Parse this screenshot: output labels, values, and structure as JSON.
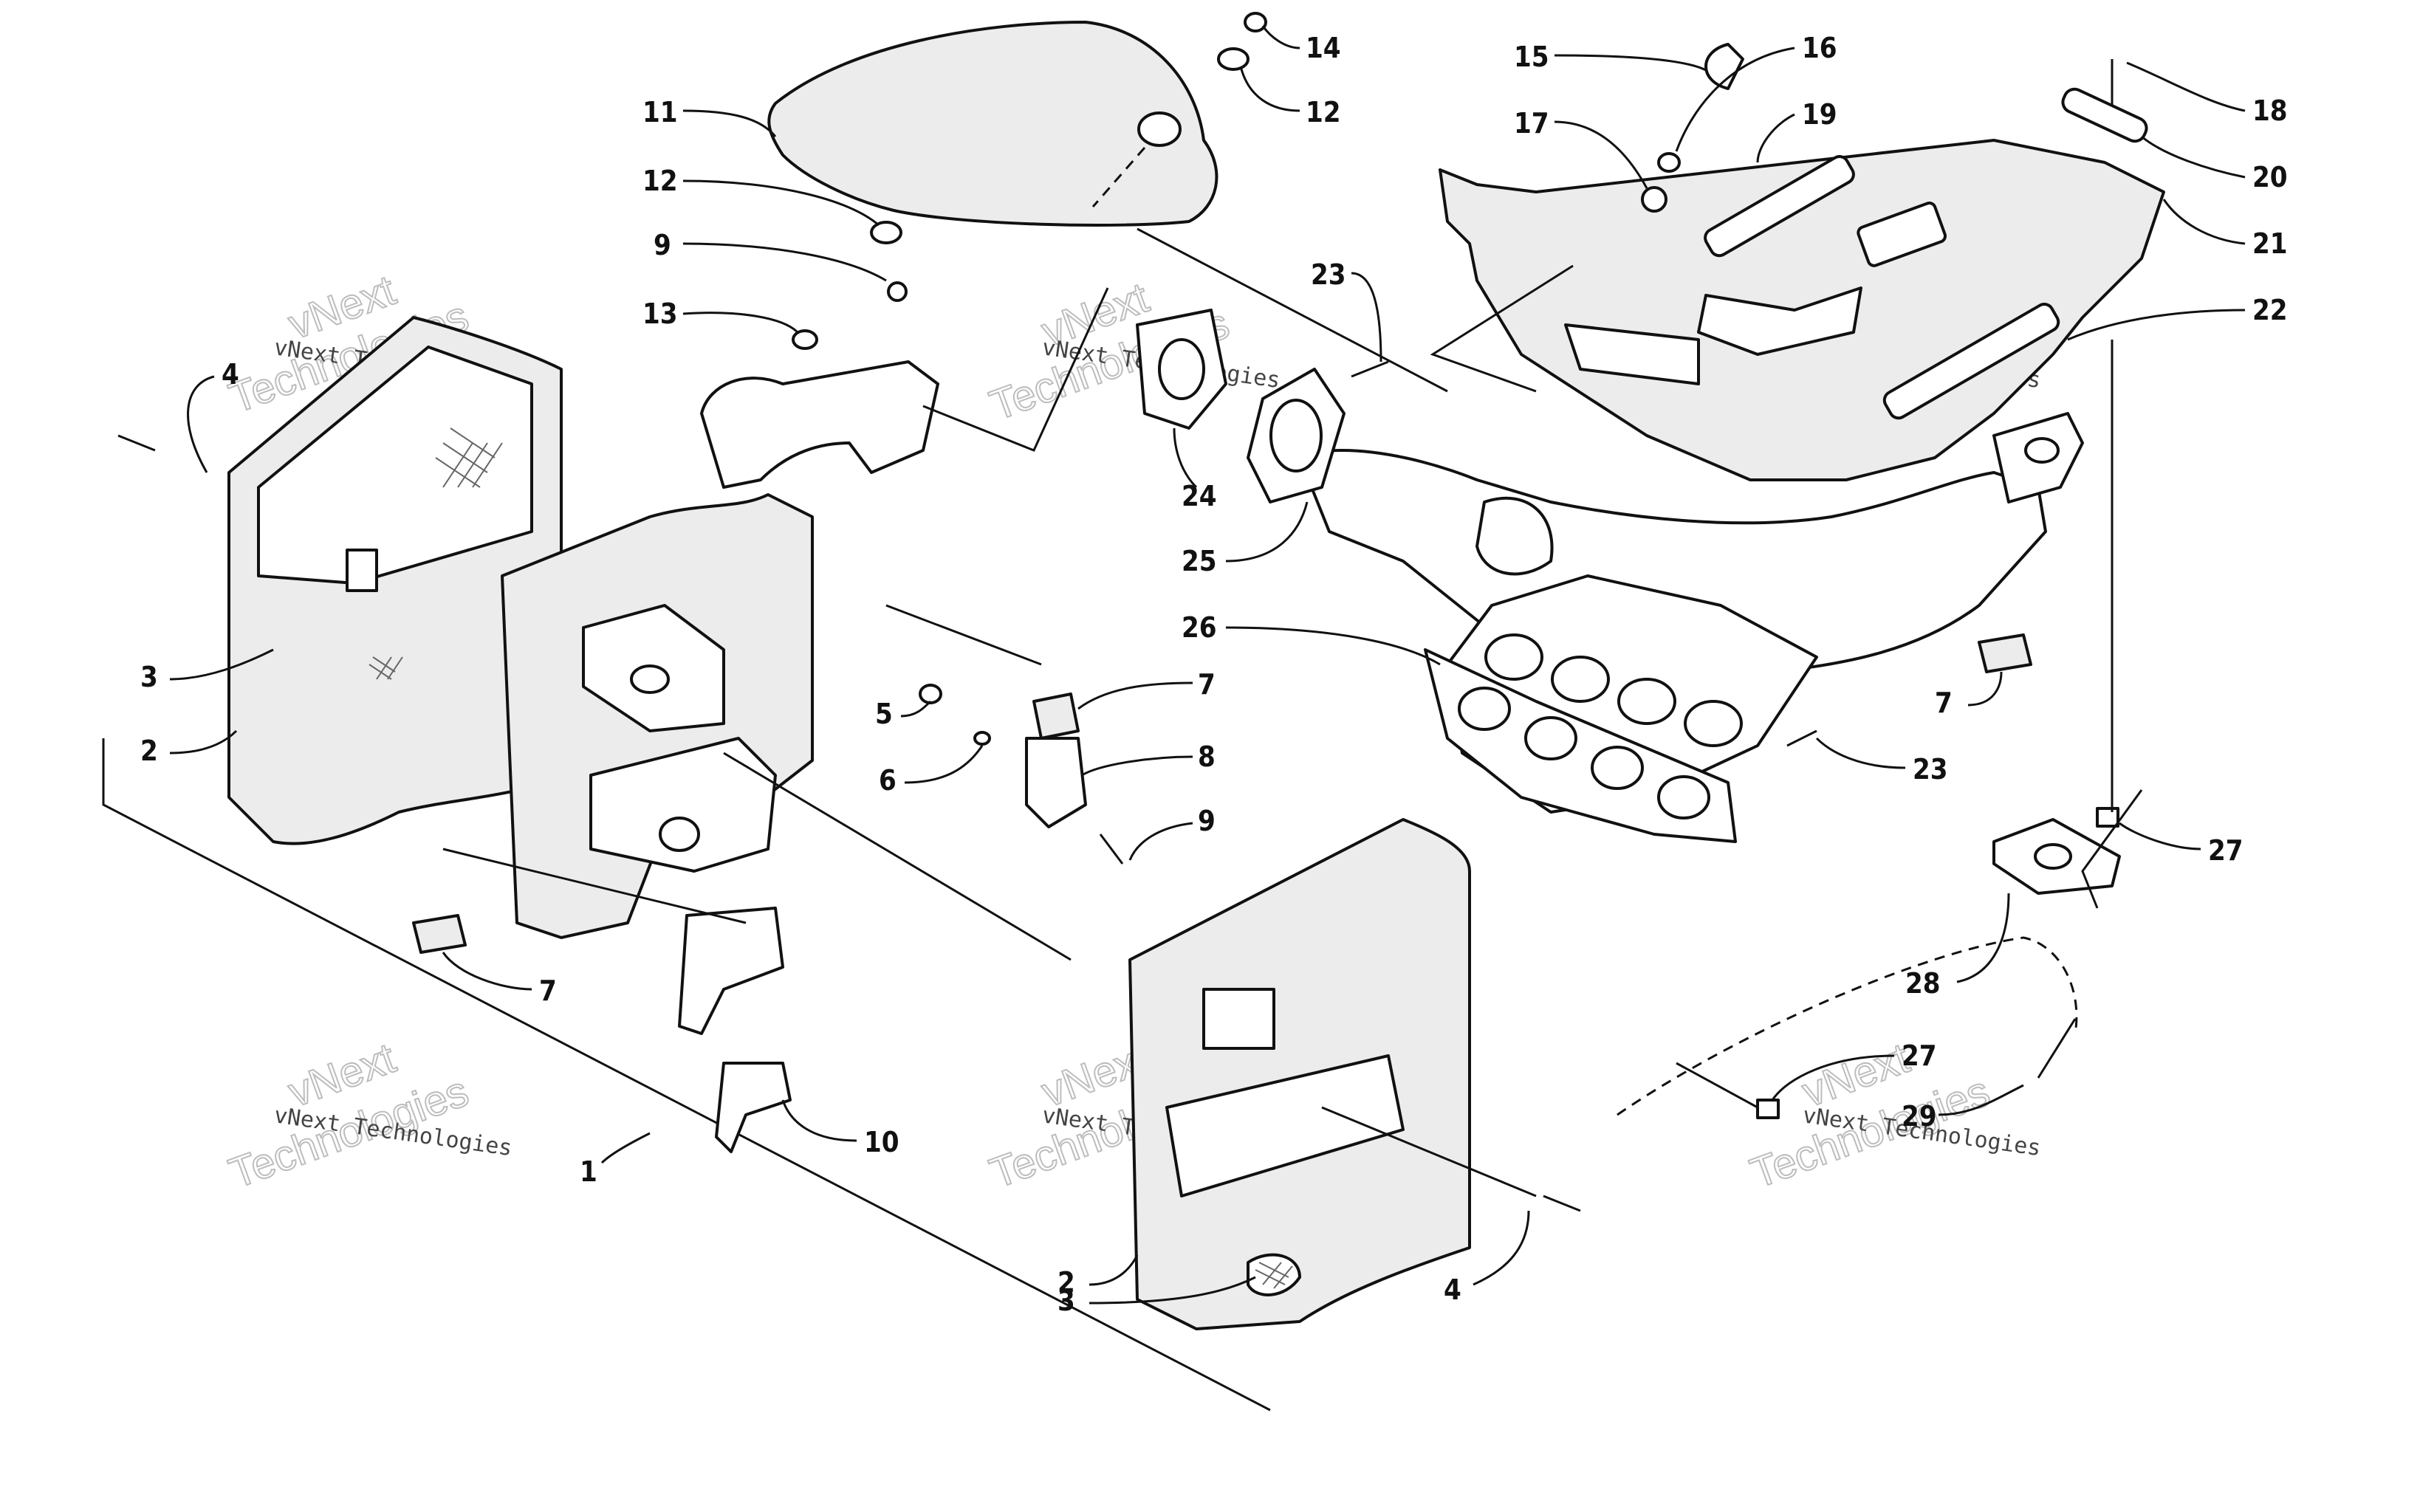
{
  "diagram": {
    "title": "",
    "callouts": [
      {
        "id": "c1",
        "label": "1"
      },
      {
        "id": "c2a",
        "label": "2"
      },
      {
        "id": "c2b",
        "label": "2"
      },
      {
        "id": "c3a",
        "label": "3"
      },
      {
        "id": "c3b",
        "label": "3"
      },
      {
        "id": "c4a",
        "label": "4"
      },
      {
        "id": "c4b",
        "label": "4"
      },
      {
        "id": "c5",
        "label": "5"
      },
      {
        "id": "c6",
        "label": "6"
      },
      {
        "id": "c7a",
        "label": "7"
      },
      {
        "id": "c7b",
        "label": "7"
      },
      {
        "id": "c7c",
        "label": "7"
      },
      {
        "id": "c8",
        "label": "8"
      },
      {
        "id": "c9a",
        "label": "9"
      },
      {
        "id": "c9b",
        "label": "9"
      },
      {
        "id": "c10",
        "label": "10"
      },
      {
        "id": "c11",
        "label": "11"
      },
      {
        "id": "c12a",
        "label": "12"
      },
      {
        "id": "c12b",
        "label": "12"
      },
      {
        "id": "c13",
        "label": "13"
      },
      {
        "id": "c14",
        "label": "14"
      },
      {
        "id": "c15",
        "label": "15"
      },
      {
        "id": "c16",
        "label": "16"
      },
      {
        "id": "c17",
        "label": "17"
      },
      {
        "id": "c18",
        "label": "18"
      },
      {
        "id": "c19",
        "label": "19"
      },
      {
        "id": "c20",
        "label": "20"
      },
      {
        "id": "c21",
        "label": "21"
      },
      {
        "id": "c22",
        "label": "22"
      },
      {
        "id": "c23a",
        "label": "23"
      },
      {
        "id": "c23b",
        "label": "23"
      },
      {
        "id": "c24",
        "label": "24"
      },
      {
        "id": "c25",
        "label": "25"
      },
      {
        "id": "c26",
        "label": "26"
      },
      {
        "id": "c27a",
        "label": "27"
      },
      {
        "id": "c27b",
        "label": "27"
      },
      {
        "id": "c28",
        "label": "28"
      },
      {
        "id": "c29",
        "label": "29"
      }
    ]
  },
  "watermark": {
    "line1": "vNext Technologies",
    "line2": "vNext",
    "line3": "Technologies"
  }
}
